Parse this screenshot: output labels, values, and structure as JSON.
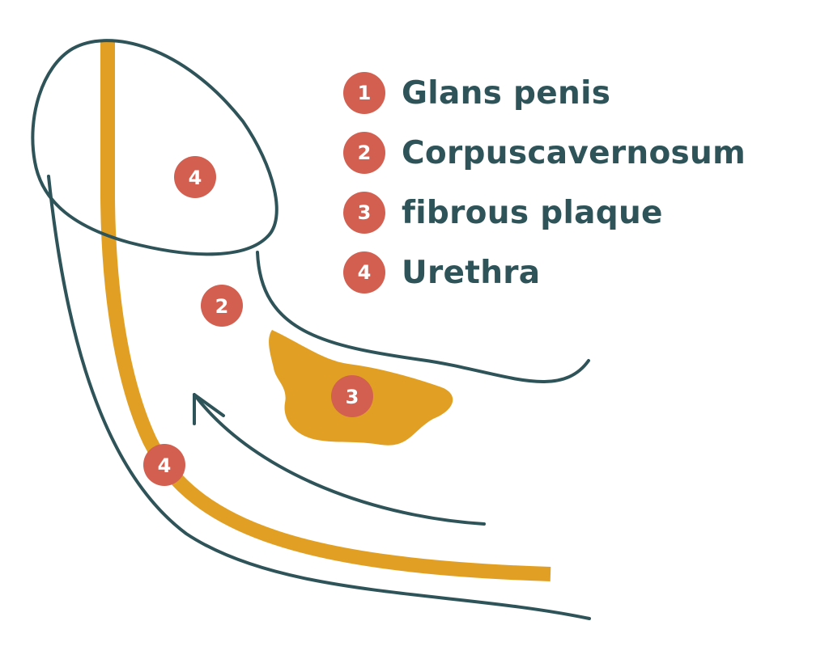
{
  "colors": {
    "outline": "#2E5358",
    "urethra": "#E1A024",
    "plaque": "#E1A024",
    "badge": "#D25F50",
    "text": "#2E5358"
  },
  "legend": {
    "items": [
      {
        "number": "1",
        "label": "Glans penis"
      },
      {
        "number": "2",
        "label": "Corpuscavernosum"
      },
      {
        "number": "3",
        "label": "fibrous plaque"
      },
      {
        "number": "4",
        "label": "Urethra"
      }
    ]
  },
  "markers": {
    "glans_urethra": "4",
    "corpus": "2",
    "plaque": "3",
    "shaft_urethra": "4"
  }
}
